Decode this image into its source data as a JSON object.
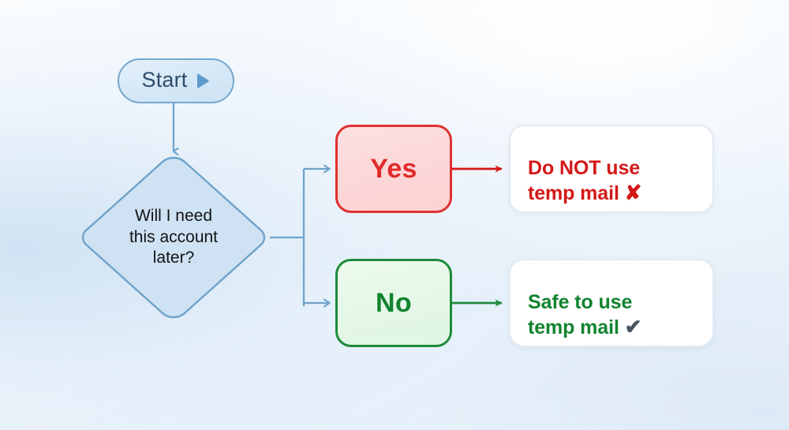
{
  "diagram": {
    "kind": "decision-flowchart",
    "topic": "Should I use temp mail?",
    "background_colors": {
      "base": "#f6fafd",
      "tint_left": "#e4eff9",
      "tint_bottom_right": "#eef5fb"
    }
  },
  "start": {
    "label": "Start",
    "play_icon": "play-triangle-icon",
    "text_color": "#2d4d69",
    "border_color": "#74a7ce",
    "fill_color": "#d4e7f6",
    "icon_color": "#5d9acb"
  },
  "decision": {
    "question": "Will I need\nthis account\nlater?",
    "question_lines": [
      "Will I need",
      "this account",
      "later?"
    ],
    "text_color": "#111315",
    "border_color": "#6fa3ca",
    "fill_color": "#cfe2f3"
  },
  "branches": [
    {
      "id": "yes",
      "label": "Yes",
      "text_color": "#e22a2a",
      "border_color": "#e13131",
      "fill_color": "#fcd7d7"
    },
    {
      "id": "no",
      "label": "No",
      "text_color": "#11832f",
      "border_color": "#1e8b3a",
      "fill_color": "#e4f7e7"
    }
  ],
  "outcomes": [
    {
      "id": "danger",
      "text": "Do NOT use\ntemp mail ",
      "lines": [
        "Do NOT use",
        "temp mail"
      ],
      "mark": "✘",
      "mark_name": "cross-mark-icon",
      "text_color": "#d41717",
      "mark_color": "#d41717",
      "card_fill": "#ffffff",
      "card_border": "#e2eaf1"
    },
    {
      "id": "safe",
      "text": "Safe to use\ntemp mail ",
      "lines": [
        "Safe to use",
        "temp mail"
      ],
      "mark": "✔",
      "mark_name": "check-mark-icon",
      "text_color": "#12832f",
      "mark_color": "#4a5560",
      "card_fill": "#ffffff",
      "card_border": "#e2eaf1"
    }
  ],
  "connectors": [
    {
      "id": "start-to-decision",
      "from": "start",
      "to": "decision",
      "color": "#6fa3ca",
      "arrowhead": "open"
    },
    {
      "id": "decision-to-yes",
      "from": "decision",
      "to": "yes",
      "color": "#6fa3ca",
      "arrowhead": "open"
    },
    {
      "id": "decision-to-no",
      "from": "decision",
      "to": "no",
      "color": "#6fa3ca",
      "arrowhead": "open"
    },
    {
      "id": "yes-to-danger",
      "from": "yes",
      "to": "danger",
      "color": "#d41717",
      "arrowhead": "solid"
    },
    {
      "id": "no-to-safe",
      "from": "no",
      "to": "safe",
      "color": "#1e8b3a",
      "arrowhead": "solid"
    }
  ]
}
